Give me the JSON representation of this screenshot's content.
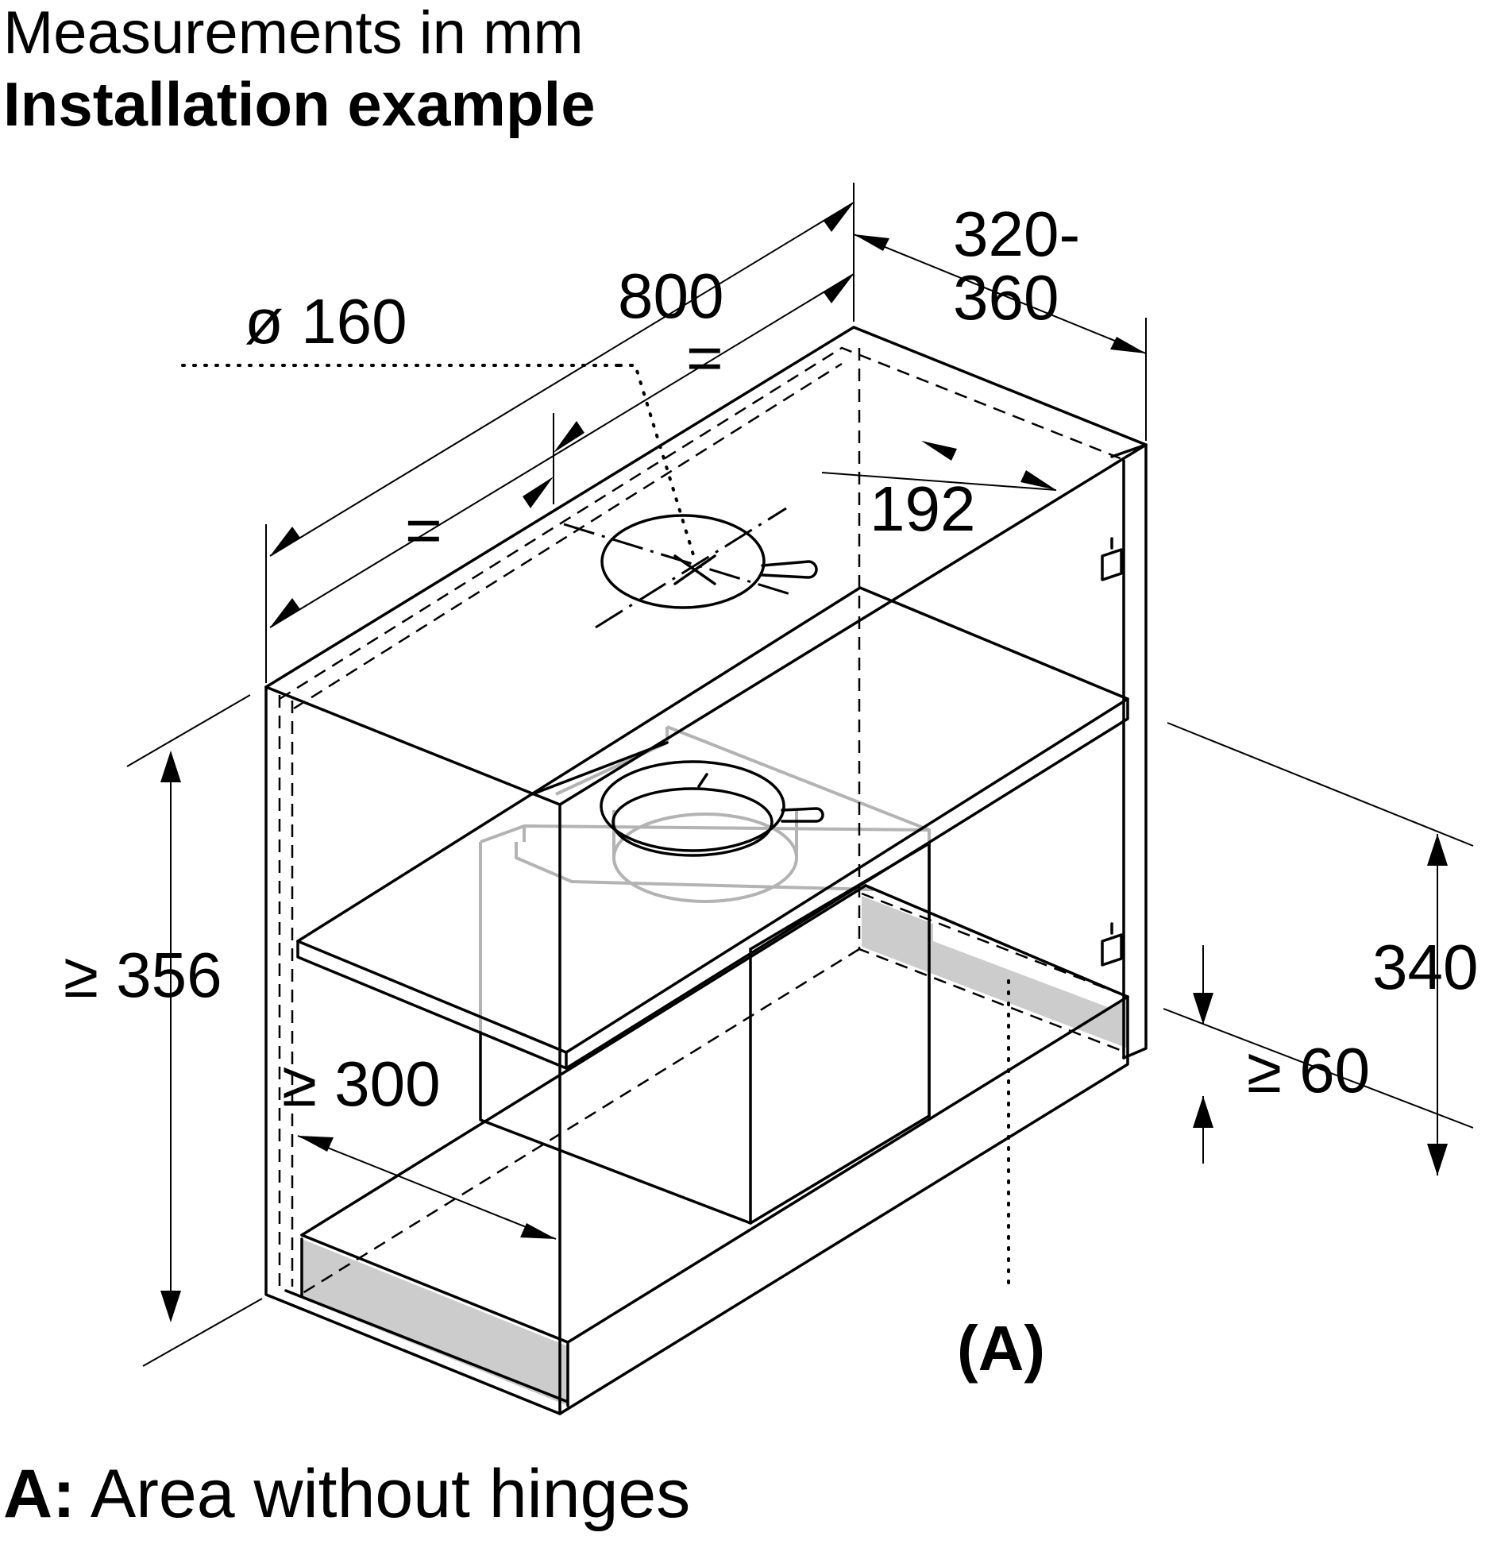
{
  "header": {
    "units": "Measurements in mm",
    "title": "Installation example"
  },
  "dimensions": {
    "width": "800",
    "equal_1": "=",
    "equal_2": "=",
    "duct_diameter": "ø 160",
    "depth_line1": "320-",
    "depth_line2": "360",
    "depth_offset": "192",
    "height_total": "≥ 356",
    "height_inner": "≥ 300",
    "height_front": "340",
    "panel_height": "≥ 60"
  },
  "callout": {
    "label": "(A)"
  },
  "note": {
    "key": "A:",
    "text": "Area without hinges"
  }
}
